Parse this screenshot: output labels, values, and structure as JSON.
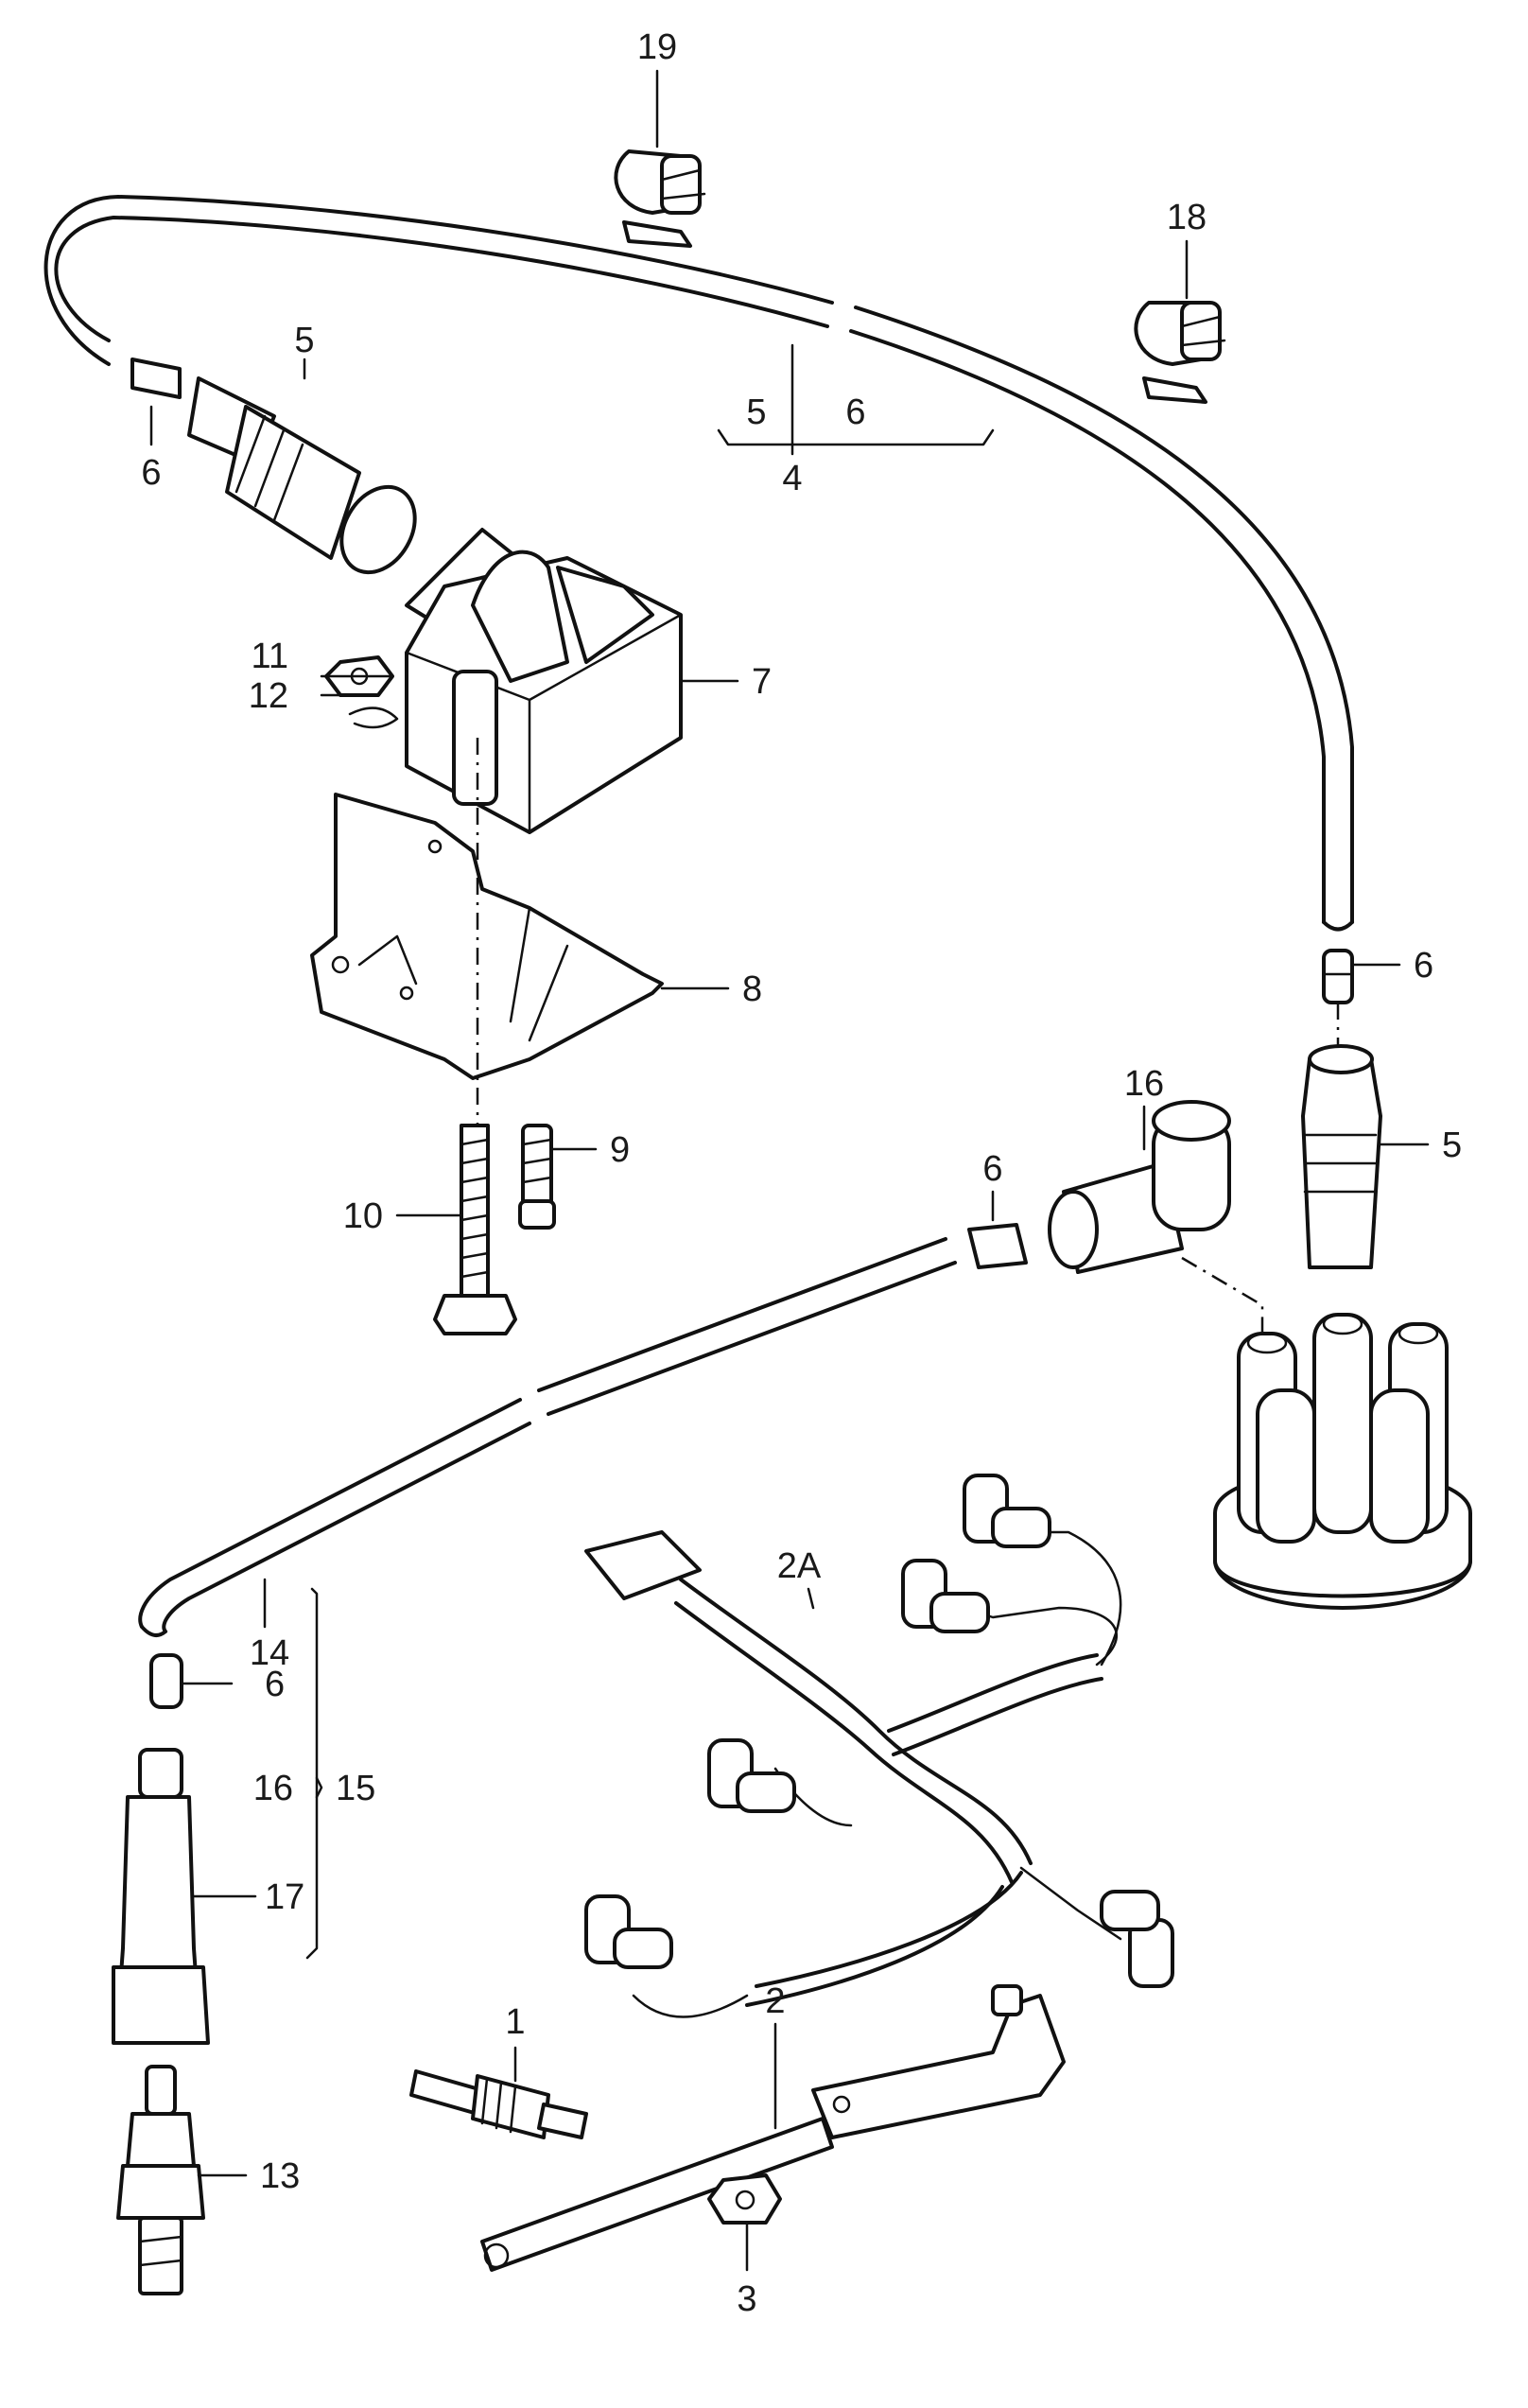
{
  "callouts": {
    "c1": "1",
    "c2": "2",
    "c2a": "2A",
    "c3": "3",
    "c4": "4",
    "c4_left": "5",
    "c4_right": "6",
    "c5_top": "5",
    "c5_right": "5",
    "c6_top": "6",
    "c6_right": "6",
    "c6_mid": "6",
    "c6_low": "6",
    "c7": "7",
    "c8": "8",
    "c9": "9",
    "c10": "10",
    "c11": "11",
    "c12": "12",
    "c13": "13",
    "c14": "14",
    "c15": "15",
    "c16_group": "16",
    "c16_top": "16",
    "c17": "17",
    "c18": "18",
    "c19": "19"
  }
}
